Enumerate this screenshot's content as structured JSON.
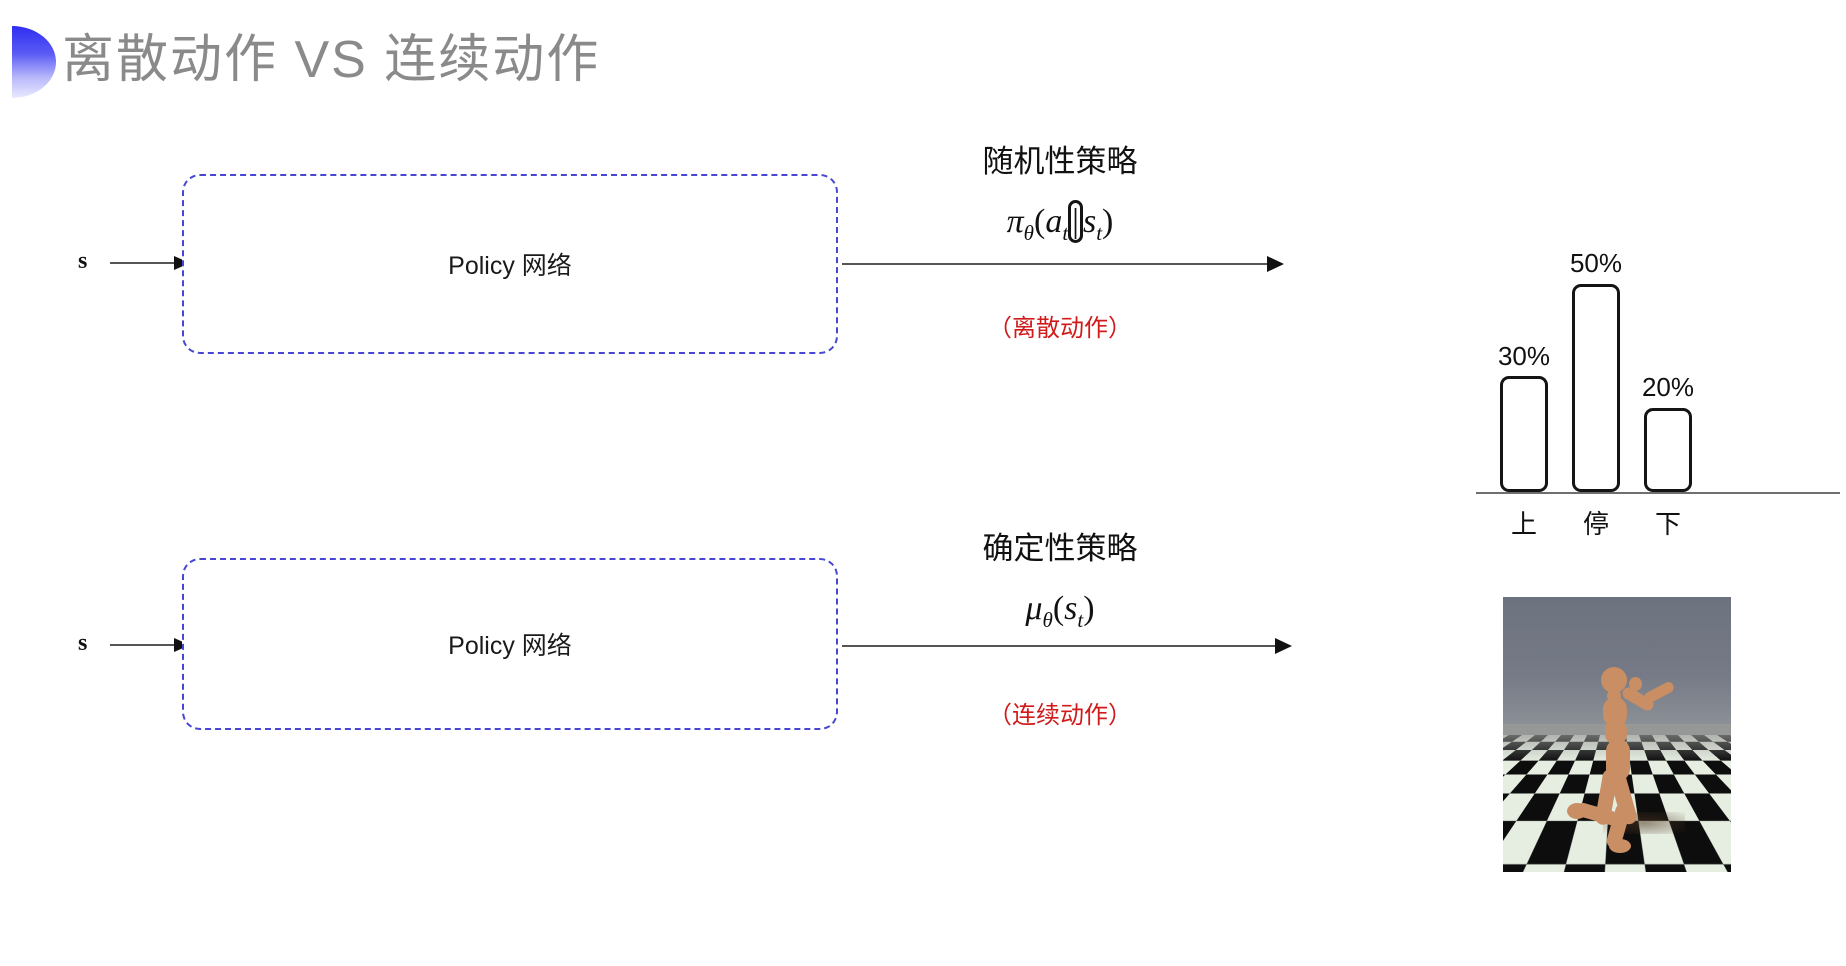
{
  "slide": {
    "title": "离散动作 VS 连续动作",
    "title_color": "#8a8a8a",
    "accent_color": "#3b3bf0",
    "note_color": "#d11a1a",
    "box_border_color": "#4747d4"
  },
  "rows": [
    {
      "id": "discrete",
      "input_label": "s",
      "box_label": "Policy 网络",
      "policy_kind": "随机性策略",
      "formula": {
        "head": "π",
        "head_sub": "θ",
        "open": "(",
        "arg1": "a",
        "arg1_sub": "t",
        "bar": "|",
        "arg2": "s",
        "arg2_sub": "t",
        "close": ")",
        "plain": "πθ(at|st)"
      },
      "note": "（离散动作）"
    },
    {
      "id": "continuous",
      "input_label": "s",
      "box_label": "Policy 网络",
      "policy_kind": "确定性策略",
      "formula": {
        "head": "μ",
        "head_sub": "θ",
        "open": "(",
        "arg1": "s",
        "arg1_sub": "t",
        "bar": "",
        "arg2": "",
        "arg2_sub": "",
        "close": ")",
        "plain": "μθ(st)"
      },
      "note": "（连续动作）"
    }
  ],
  "chart_data": {
    "type": "bar",
    "categories": [
      "上",
      "停",
      "下"
    ],
    "values": [
      30,
      50,
      20
    ],
    "value_labels": [
      "30%",
      "50%",
      "20%"
    ],
    "title": "",
    "xlabel": "",
    "ylabel": "",
    "ylim": [
      0,
      60
    ],
    "grid": false,
    "legend": "none",
    "bar_fill": "#ffffff",
    "bar_stroke": "#141414"
  },
  "sim": {
    "caption": "",
    "scene": "MuJoCo humanoid running on checkerboard floor",
    "sky_color": "#6d727f",
    "floor_light": "#e6eee2",
    "floor_dark": "#0d0d0d",
    "body_color": "#c98e63"
  }
}
